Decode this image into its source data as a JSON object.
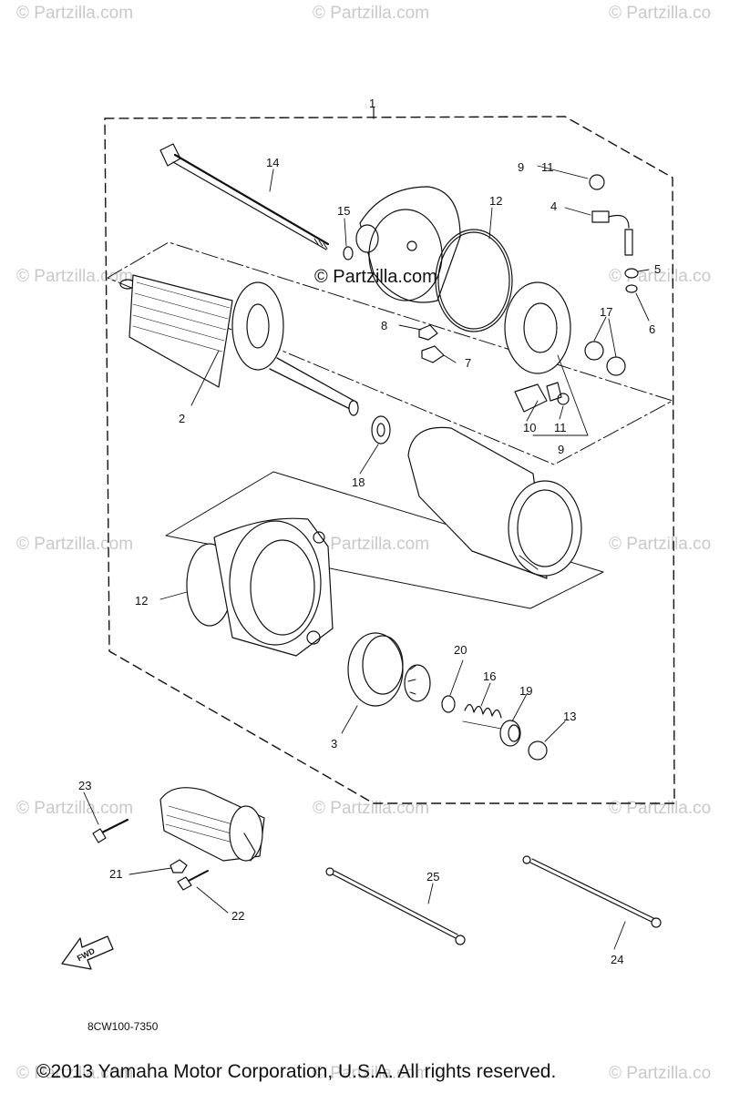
{
  "watermark": {
    "text": "© Partzilla.com",
    "text_truncated": "© Partzilla.co"
  },
  "center_watermark": "© Partzilla.com",
  "callouts": {
    "c1": "1",
    "c2": "2",
    "c3": "3",
    "c4": "4",
    "c5": "5",
    "c6": "6",
    "c7": "7",
    "c8": "8",
    "c9_top": "9",
    "c9_bottom": "9",
    "c10": "10",
    "c11_top": "11",
    "c11_bottom": "11",
    "c12_top": "12",
    "c12_left": "12",
    "c13": "13",
    "c14": "14",
    "c15": "15",
    "c16": "16",
    "c17": "17",
    "c18": "18",
    "c19": "19",
    "c20": "20",
    "c21": "21",
    "c22": "22",
    "c23": "23",
    "c24": "24",
    "c25": "25"
  },
  "fwd_label": "FWD",
  "diagram_code": "8CW100-7350",
  "copyright": "©2013 Yamaha Motor Corporation, U.S.A. All rights reserved."
}
